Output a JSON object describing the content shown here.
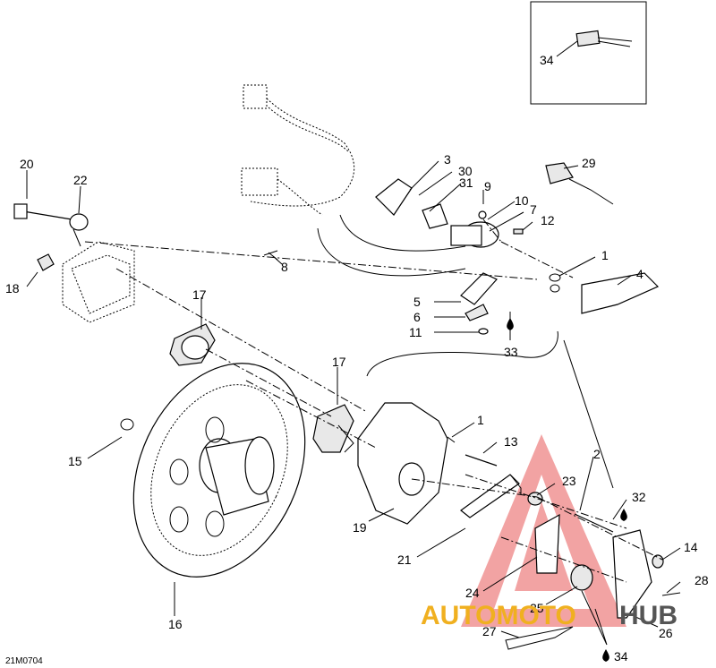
{
  "diagram_code": "21M0704",
  "callouts": [
    "34",
    "20",
    "22",
    "18",
    "3",
    "30",
    "31",
    "9",
    "10",
    "7",
    "12",
    "29",
    "8",
    "1",
    "4",
    "17",
    "5",
    "6",
    "11",
    "33",
    "15",
    "1",
    "13",
    "17",
    "2",
    "23",
    "32",
    "19",
    "21",
    "14",
    "28",
    "24",
    "25",
    "27",
    "26",
    "34",
    "16"
  ],
  "watermark": {
    "text_a": "AUTOMOTO",
    "text_b": "HUB",
    "color_a": "#f0b020",
    "color_b": "#555555",
    "triangle_color": "#e02020"
  },
  "colors": {
    "line": "#000000",
    "background": "#ffffff"
  }
}
